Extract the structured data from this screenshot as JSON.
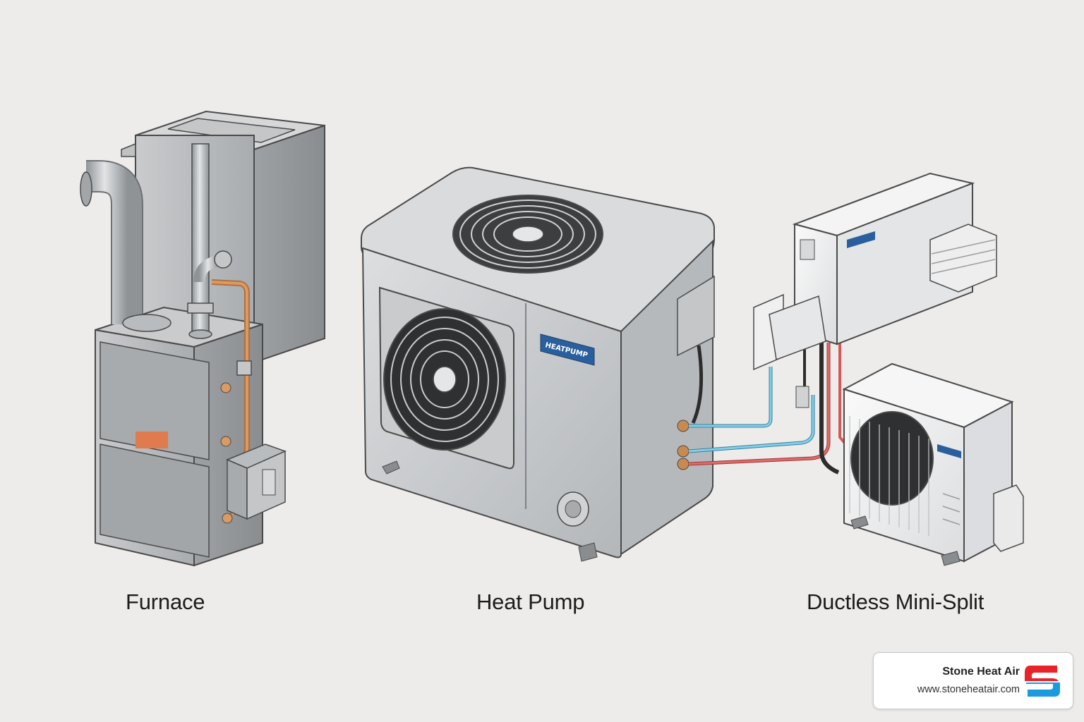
{
  "diagram": {
    "labels": {
      "furnace": "Furnace",
      "heat_pump": "Heat Pump",
      "mini_split": "Ductless Mini-Split"
    },
    "unit_badges": {
      "heat_pump": "HEATPUMP"
    }
  },
  "brand": {
    "name": "Stone Heat Air",
    "url": "www.stoneheatair.com",
    "logo_colors": {
      "top": "#e8232a",
      "bottom": "#1a9be0"
    }
  },
  "colors": {
    "background": "#edecea",
    "metal": "#b9bcbf",
    "copper": "#c98a52",
    "cold_line": "#5bb8d8",
    "hot_line": "#d95757",
    "badge": "#2a5f9e"
  }
}
